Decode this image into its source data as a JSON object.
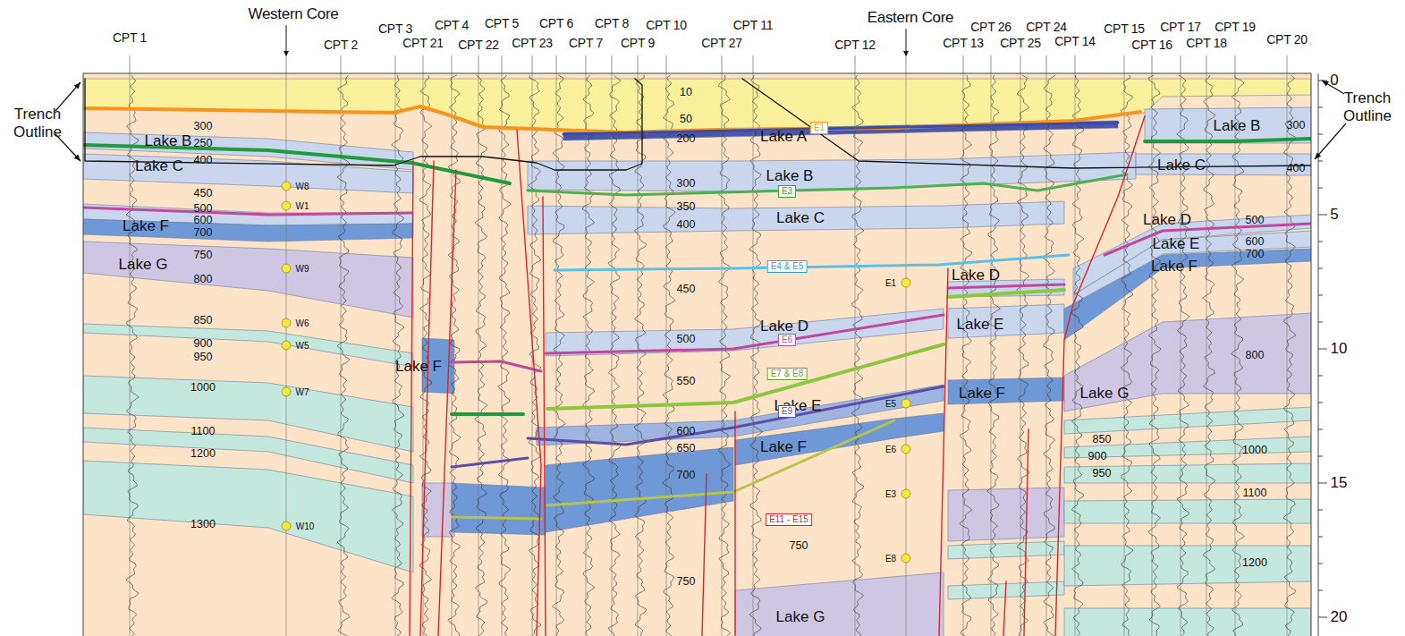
{
  "diagram": {
    "nodes": [
      {
        "text": [
          "E1"
        ]
      },
      {
        "text": [
          "E3"
        ]
      },
      {
        "text": [
          "E4 & E5"
        ]
      },
      {
        "text": [
          "E6"
        ]
      },
      {
        "text": [
          "E7 & E8"
        ]
      },
      {
        "text": [
          "E9"
        ]
      },
      {
        "text": [
          "E11 - E15"
        ]
      }
    ],
    "labels": [
      "CPT 1",
      "Western Core",
      "CPT 2",
      "CPT 3",
      "CPT 21",
      "CPT 4",
      "CPT 22",
      "CPT 5",
      "CPT 23",
      "CPT 6",
      "CPT 7",
      "CPT 8",
      "CPT 9",
      "CPT 10",
      "CPT 27",
      "CPT 11",
      "CPT 12",
      "Eastern Core",
      "CPT 13",
      "CPT 26",
      "CPT 25",
      "CPT 24",
      "CPT 14",
      "CPT 15",
      "CPT 16",
      "CPT 17",
      "CPT 18",
      "CPT 19",
      "CPT 20",
      "Trench Outline",
      "Trench Outline",
      "0",
      "5",
      "10",
      "15",
      "20",
      "300",
      "250",
      "400",
      "450",
      "500",
      "600",
      "700",
      "750",
      "800",
      "850",
      "900",
      "950",
      "1000",
      "1100",
      "1200",
      "1300",
      "10",
      "50",
      "200",
      "300",
      "350",
      "400",
      "450",
      "500",
      "550",
      "600",
      "650",
      "700",
      "750",
      "750",
      "850",
      "900",
      "950",
      "300",
      "400",
      "500",
      "600",
      "700",
      "800",
      "1000",
      "1100",
      "1200",
      "Lake B",
      "Lake C",
      "Lake F",
      "Lake G",
      "Lake F",
      "Lake A",
      "Lake B",
      "Lake C",
      "Lake D",
      "Lake E",
      "Lake F",
      "Lake G",
      "Lake D",
      "Lake E",
      "Lake F",
      "Lake B",
      "Lake C",
      "Lake D",
      "Lake E",
      "Lake F",
      "Lake G",
      "W8",
      "W1",
      "W9",
      "W6",
      "W5",
      "W7",
      "W10",
      "E1",
      "E5",
      "E6",
      "E3",
      "E8"
    ]
  }
}
